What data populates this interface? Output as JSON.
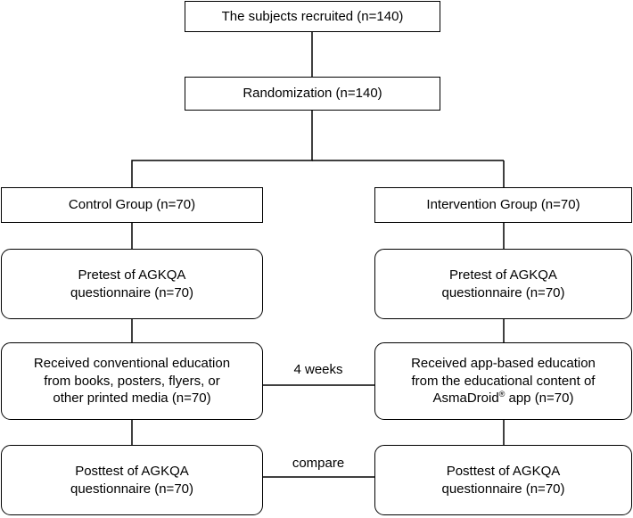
{
  "nodes": {
    "recruited": "The subjects recruited (n=140)",
    "randomization": "Randomization (n=140)",
    "control_group": "Control Group (n=70)",
    "intervention_group": "Intervention Group (n=70)",
    "pretest_control": [
      "Pretest of AGKQA",
      "questionnaire (n=70)"
    ],
    "pretest_intervention": [
      "Pretest of AGKQA",
      "questionnaire (n=70)"
    ],
    "education_control": [
      "Received conventional education",
      "from books, posters, flyers, or",
      "other printed media (n=70)"
    ],
    "education_intervention": {
      "line1": "Received app-based education",
      "line2": "from the educational content of",
      "line3_pre": "AsmaDroid",
      "line3_mark": "®",
      "line3_post": " app (n=70)"
    },
    "posttest_control": [
      "Posttest of AGKQA",
      "questionnaire (n=70)"
    ],
    "posttest_intervention": [
      "Posttest of AGKQA",
      "questionnaire (n=70)"
    ]
  },
  "edge_labels": {
    "duration": "4 weeks",
    "compare": "compare"
  },
  "colors": {
    "line": "#000000",
    "box_fill": "#ffffff"
  }
}
